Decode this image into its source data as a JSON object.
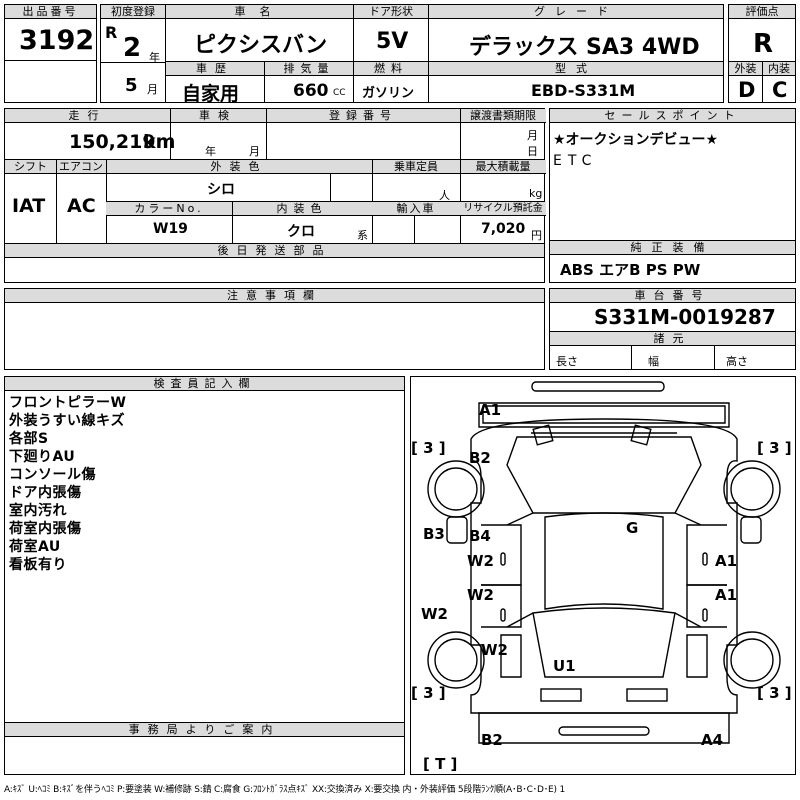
{
  "header": {
    "lot_label": "出品番号",
    "lot_number": "3192",
    "first_reg_label": "初度登録",
    "era": "R",
    "year_value": "2",
    "year_unit": "年",
    "month_value": "5",
    "month_unit": "月",
    "name_label": "車名",
    "car_name": "ピクシスバン",
    "door_label": "ドア形状",
    "door_value": "5V",
    "grade_label": "グレード",
    "grade_value": "デラックス SA3 4WD",
    "score_label": "評価点",
    "score_value": "R",
    "history_label": "車歴",
    "history_value": "自家用",
    "displacement_label": "排気量",
    "displacement_value": "660",
    "displacement_unit": "CC",
    "fuel_label": "燃料",
    "fuel_value": "ガソリン",
    "model_label": "型式",
    "model_value": "EBD-S331M",
    "ext_label": "外装",
    "ext_value": "D",
    "int_label": "内装",
    "int_value": "C"
  },
  "row2": {
    "mileage_label": "走行",
    "mileage_value": "150,219",
    "mileage_unit": "km",
    "inspection_label": "車検",
    "insp_year_unit": "年",
    "insp_month_unit": "月",
    "reg_label": "登録番号",
    "transfer_label": "譲渡書類期限",
    "transfer_month_unit": "月",
    "transfer_day_unit": "日",
    "shift_label": "シフト",
    "shift_value": "IAT",
    "ac_label": "エアコン",
    "ac_value": "AC",
    "color_label": "外装色",
    "color_value": "シロ",
    "capacity_label": "乗車定員",
    "capacity_unit": "人",
    "load_label": "最大積載量",
    "load_unit": "kg",
    "colorno_label": "カラーNo.",
    "colorno_value": "W19",
    "interior_label": "内装色",
    "interior_value": "クロ",
    "interior_suffix": "系",
    "import_label": "輸入車",
    "recycle_label": "リサイクル預託金",
    "recycle_value": "7,020",
    "recycle_unit": "円",
    "later_label": "後日発送部品"
  },
  "sales": {
    "label": "セールスポイント",
    "lines": [
      "★オークションデビュー★",
      "ETC"
    ]
  },
  "equipment": {
    "label": "純正装備",
    "value": "ABS エアB PS PW"
  },
  "caution_label": "注意事項欄",
  "chassis": {
    "label": "車台番号",
    "value": "S331M-0019287",
    "spec_label": "諸元",
    "length_label": "長さ",
    "width_label": "幅",
    "height_label": "高さ"
  },
  "inspector": {
    "label": "検査員記入欄",
    "lines": [
      "フロントピラーW",
      "外装うすい線キズ",
      "各部S",
      "下廻りAU",
      "コンソール傷",
      "ドア内張傷",
      "室内汚れ",
      "荷室内張傷",
      "荷室AU",
      "看板有り"
    ]
  },
  "office_label": "事務局よりご案内",
  "diagram": {
    "marks": {
      "a1_front": "A1",
      "b2_front": "B2",
      "b3": "B3",
      "b4": "B4",
      "w2_a": "W2",
      "w2_b": "W2",
      "w2_left": "W2",
      "w2_c": "W2",
      "g": "G",
      "a1_right_a": "A1",
      "a1_right_b": "A1",
      "u1": "U1",
      "b2_rear": "B2",
      "a4": "A4",
      "tire_fl": "[ 3 ]",
      "tire_fr": "[ 3 ]",
      "tire_rl": "[ 3 ]",
      "tire_rr": "[ 3 ]",
      "trunk": "[ T ]"
    }
  },
  "legend": "A:ｷｽﾞ U:ﾍｺﾐ B:ｷｽﾞを伴うﾍｺﾐ P:要塗装 W:補修跡 S:錆 C:腐食 G:ﾌﾛﾝﾄｶﾞﾗｽ点ｷｽﾞ XX:交換済み X:要交換 内・外装評価 5段階ﾗﾝｸ順(A･B･C･D･E) 1"
}
